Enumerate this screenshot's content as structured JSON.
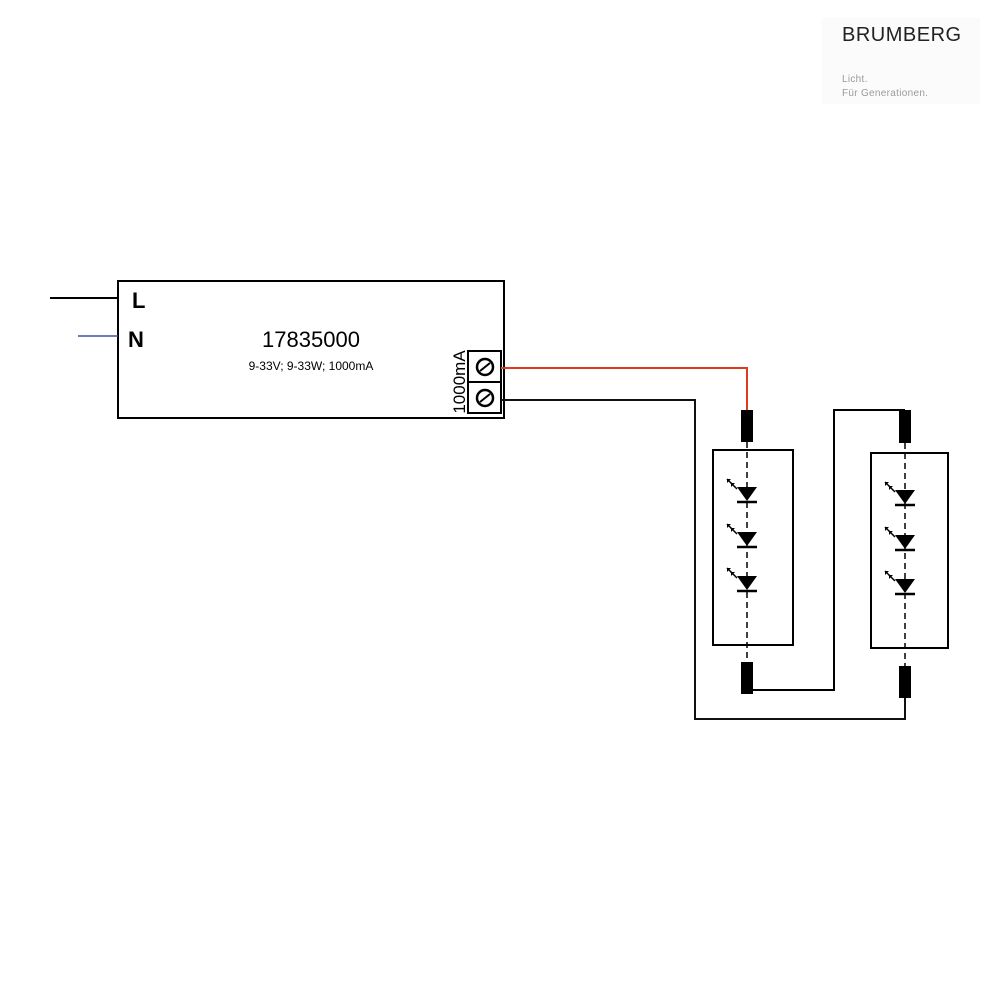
{
  "logo": {
    "name": "BRUMBERG",
    "tagline_1": "Licht.",
    "tagline_2": "Für Generationen."
  },
  "driver": {
    "model": "17835000",
    "spec": "9-33V; 9-33W; 1000mA",
    "output_current_label": "1000mA",
    "input_terminals": [
      {
        "label": "L"
      },
      {
        "label": "N"
      }
    ]
  },
  "wire_colors": {
    "line": "#000000",
    "neutral": "#3b4fa8",
    "output_positive": "#e03a1e",
    "output_negative": "#111111"
  },
  "led_modules": [
    {
      "led_count": 3
    },
    {
      "led_count": 3
    }
  ]
}
